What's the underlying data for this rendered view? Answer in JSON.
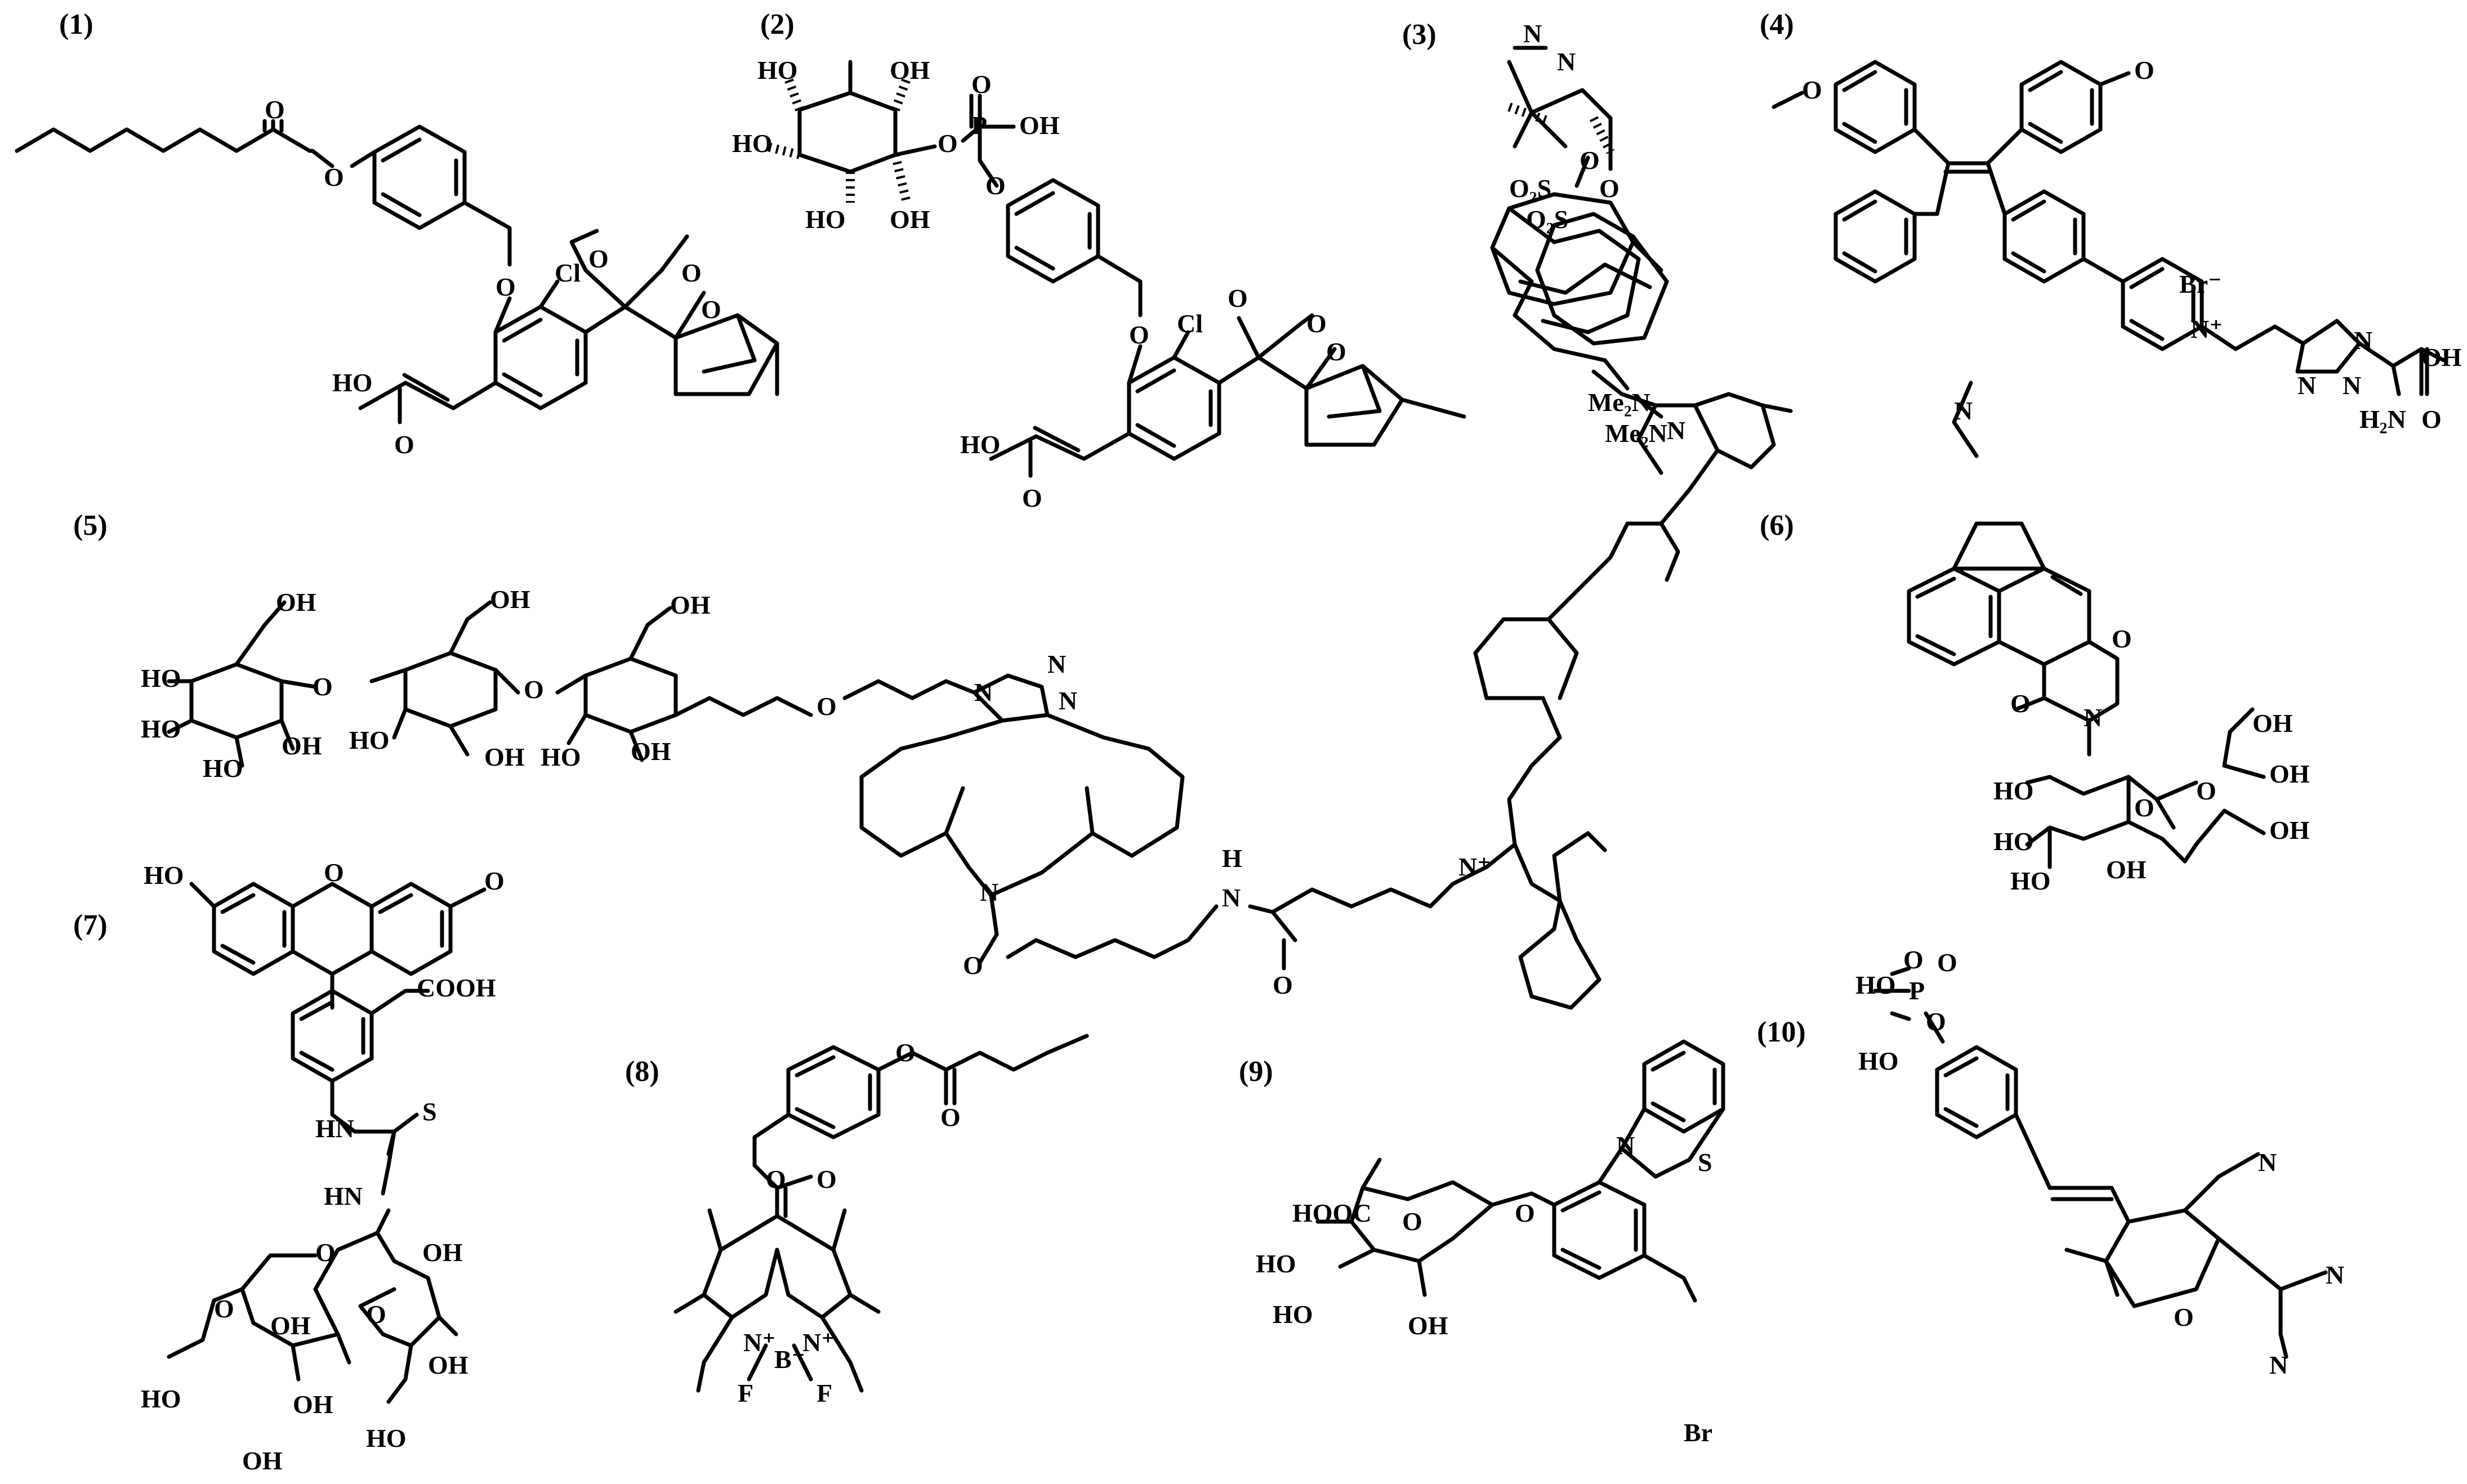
{
  "compounds": [
    {
      "label": "(1)"
    },
    {
      "label": "(2)"
    },
    {
      "label": "(3)"
    },
    {
      "label": "(4)"
    },
    {
      "label": "(5)"
    },
    {
      "label": "(6)"
    },
    {
      "label": "(7)"
    },
    {
      "label": "(8)"
    },
    {
      "label": "(9)"
    },
    {
      "label": "(10)"
    }
  ],
  "atoms": {
    "O": "O",
    "Cl": "Cl",
    "HO": "HO",
    "OH": "OH",
    "P": "P",
    "N": "N",
    "S": "S",
    "B": "B",
    "F": "F",
    "O2S": "O₂S",
    "Me2N": "Me₂N",
    "Brminus": "Br⁻",
    "Nplus": "N⁺",
    "H2N": "H₂N",
    "H": "H",
    "COOH": "COOH",
    "HOOC": "HOOC",
    "HN": "HN",
    "Br": "Br",
    "Bminus": "B⁻"
  }
}
